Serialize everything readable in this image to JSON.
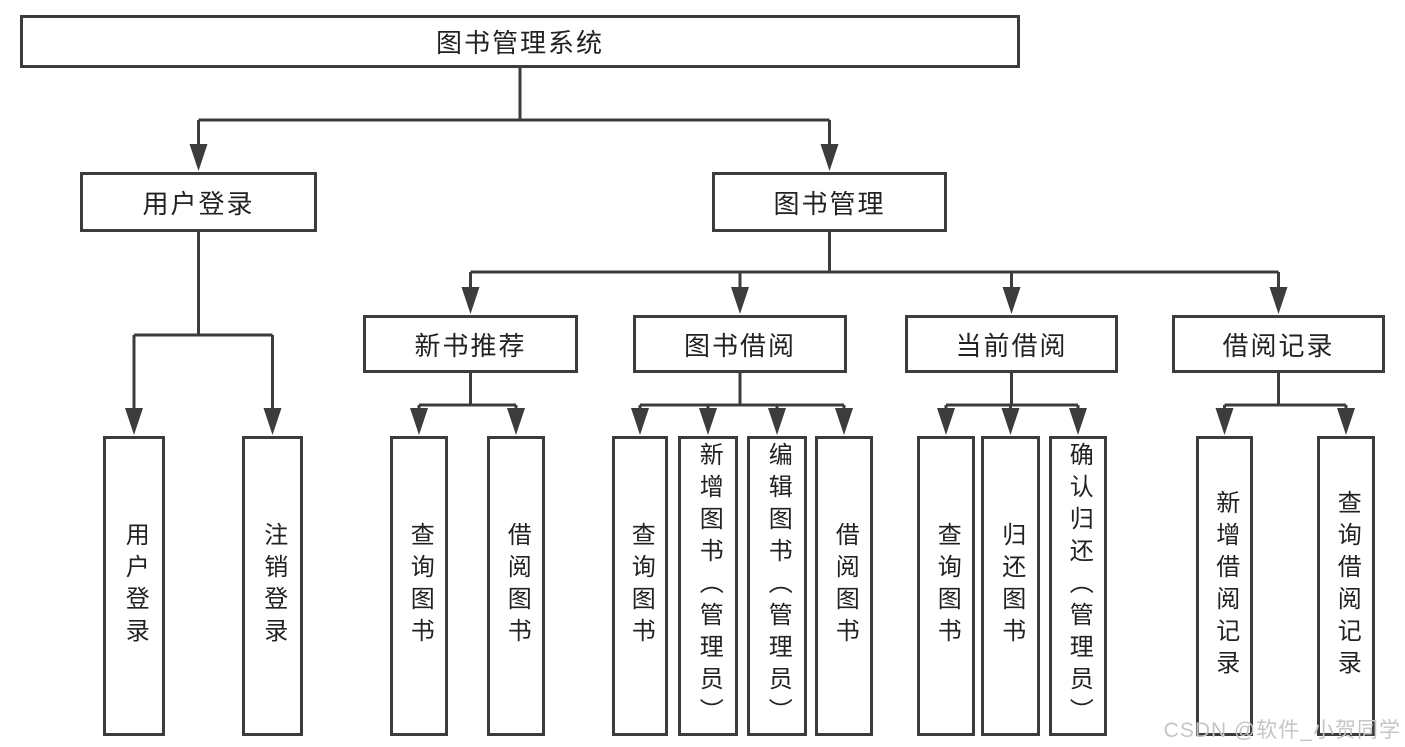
{
  "tree": {
    "label": "图书管理系统",
    "children": [
      {
        "label": "用户登录",
        "children": [
          {
            "label": "用户登录"
          },
          {
            "label": "注销登录"
          }
        ]
      },
      {
        "label": "图书管理",
        "children": [
          {
            "label": "新书推荐",
            "children": [
              {
                "label": "查询图书"
              },
              {
                "label": "借阅图书"
              }
            ]
          },
          {
            "label": "图书借阅",
            "children": [
              {
                "label": "查询图书"
              },
              {
                "label": "新增图书（管理员）"
              },
              {
                "label": "编辑图书（管理员）"
              },
              {
                "label": "借阅图书"
              }
            ]
          },
          {
            "label": "当前借阅",
            "children": [
              {
                "label": "查询图书"
              },
              {
                "label": "归还图书"
              },
              {
                "label": "确认归还（管理员）"
              }
            ]
          },
          {
            "label": "借阅记录",
            "children": [
              {
                "label": "新增借阅记录"
              },
              {
                "label": "查询借阅记录"
              }
            ]
          }
        ]
      }
    ]
  },
  "watermark": {
    "text": "CSDN @软件_小贺同学"
  },
  "colors": {
    "line": "#3c3c3c",
    "text": "#222222",
    "watermark": "#c5c5c5",
    "background": "#ffffff"
  }
}
